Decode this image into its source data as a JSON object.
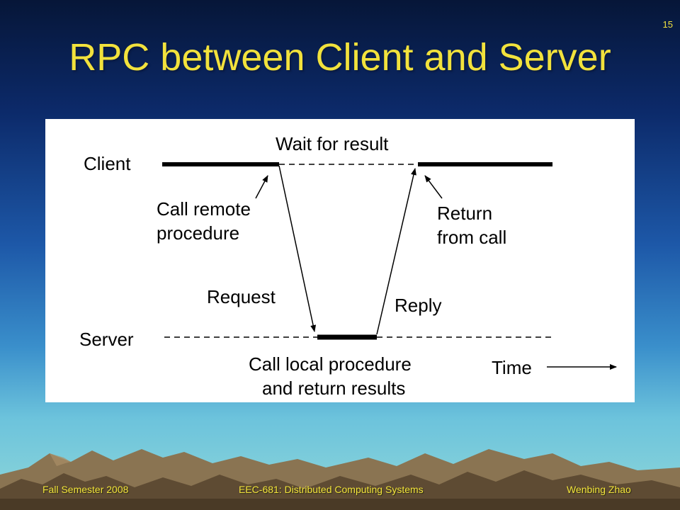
{
  "slide": {
    "number": "15",
    "title": "RPC between Client and Server"
  },
  "diagram": {
    "client_label": "Client",
    "server_label": "Server",
    "wait_label": "Wait for result",
    "call_remote_line1": "Call remote",
    "call_remote_line2": "procedure",
    "return_line1": "Return",
    "return_line2": "from call",
    "request_label": "Request",
    "reply_label": "Reply",
    "call_local_line1": "Call local procedure",
    "call_local_line2": "and return results",
    "time_label": "Time"
  },
  "footer": {
    "left": "Fall Semester 2008",
    "center": "EEC-681: Distributed Computing Systems",
    "right": "Wenbing Zhao"
  },
  "colors": {
    "title": "#f2e23c",
    "panel": "#ffffff"
  }
}
